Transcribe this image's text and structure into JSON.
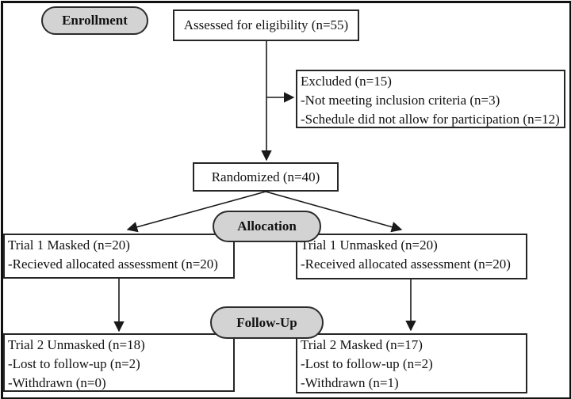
{
  "diagram": {
    "title_hint": "CONSORT participant flow diagram",
    "colors": {
      "background": "#ffffff",
      "stage_oval_fill": "#d3d3d3",
      "border": "#262626",
      "connector": "#1a1a1a"
    },
    "stages": {
      "enrollment": "Enrollment",
      "allocation": "Allocation",
      "followup": "Follow-Up"
    },
    "nodes": {
      "assessed": {
        "lines": [
          "Assessed for eligibility (n=55)"
        ]
      },
      "excluded": {
        "lines": [
          "Excluded (n=15)",
          "-Not meeting inclusion criteria (n=3)",
          "-Schedule did not allow for participation (n=12)"
        ]
      },
      "randomized": {
        "lines": [
          "Randomized (n=40)"
        ]
      },
      "allocation_left": {
        "lines": [
          "Trial 1 Masked (n=20)",
          "-Recieved allocated assessment (n=20)"
        ]
      },
      "allocation_right": {
        "lines": [
          "Trial 1 Unmasked (n=20)",
          "-Received allocated assessment (n=20)"
        ]
      },
      "followup_left": {
        "lines": [
          "Trial 2 Unmasked (n=18)",
          "-Lost to follow-up (n=2)",
          "-Withdrawn (n=0)"
        ]
      },
      "followup_right": {
        "lines": [
          "Trial 2 Masked (n=17)",
          "-Lost to follow-up (n=2)",
          "-Withdrawn (n=1)"
        ]
      }
    }
  }
}
